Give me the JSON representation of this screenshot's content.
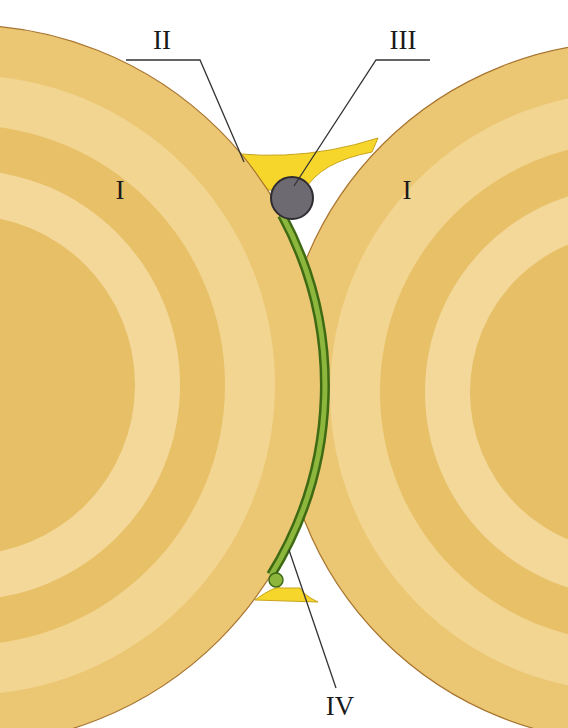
{
  "diagram": {
    "labels": [
      "II",
      "III",
      "I",
      "I",
      "IV"
    ]
  }
}
